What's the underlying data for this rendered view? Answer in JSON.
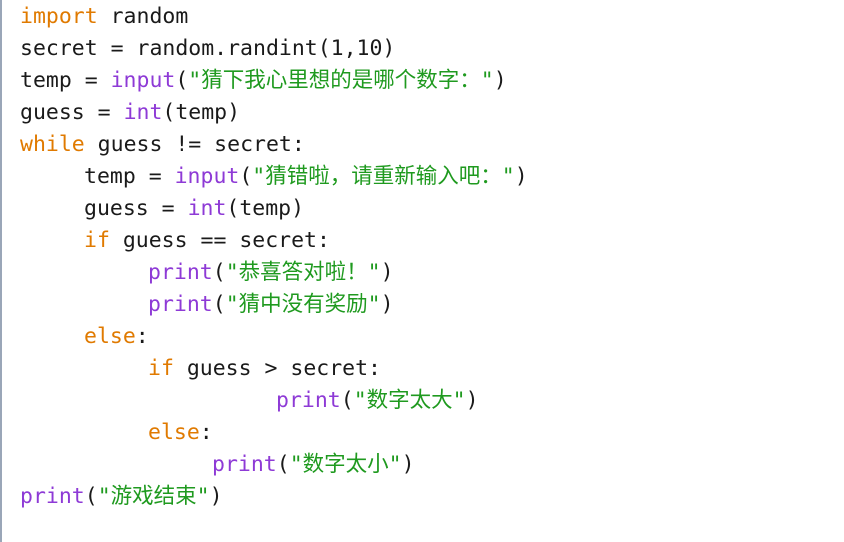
{
  "editor": {
    "colors": {
      "keyword": "#e07a00",
      "builtin": "#8e3ad6",
      "string": "#1f9a1f",
      "plain": "#1a1a1a",
      "background": "#ffffff"
    },
    "lines": [
      {
        "indent": 0,
        "tokens": [
          {
            "t": "kw",
            "v": "import"
          },
          {
            "t": "plain",
            "v": " random"
          }
        ]
      },
      {
        "indent": 0,
        "tokens": [
          {
            "t": "plain",
            "v": "secret = random.randint(1,10)"
          }
        ]
      },
      {
        "indent": 0,
        "tokens": [
          {
            "t": "plain",
            "v": "temp = "
          },
          {
            "t": "bi",
            "v": "input"
          },
          {
            "t": "plain",
            "v": "("
          },
          {
            "t": "str",
            "v": "\"猜下我心里想的是哪个数字：\""
          },
          {
            "t": "plain",
            "v": ")"
          }
        ]
      },
      {
        "indent": 0,
        "tokens": [
          {
            "t": "plain",
            "v": "guess = "
          },
          {
            "t": "bi",
            "v": "int"
          },
          {
            "t": "plain",
            "v": "(temp)"
          }
        ]
      },
      {
        "indent": 0,
        "tokens": [
          {
            "t": "kw",
            "v": "while"
          },
          {
            "t": "plain",
            "v": " guess != secret:"
          }
        ]
      },
      {
        "indent": 1,
        "tokens": [
          {
            "t": "plain",
            "v": "temp = "
          },
          {
            "t": "bi",
            "v": "input"
          },
          {
            "t": "plain",
            "v": "("
          },
          {
            "t": "str",
            "v": "\"猜错啦，请重新输入吧：\""
          },
          {
            "t": "plain",
            "v": ")"
          }
        ]
      },
      {
        "indent": 1,
        "tokens": [
          {
            "t": "plain",
            "v": "guess = "
          },
          {
            "t": "bi",
            "v": "int"
          },
          {
            "t": "plain",
            "v": "(temp)"
          }
        ]
      },
      {
        "indent": 1,
        "tokens": [
          {
            "t": "kw",
            "v": "if"
          },
          {
            "t": "plain",
            "v": " guess == secret:"
          }
        ]
      },
      {
        "indent": 2,
        "tokens": [
          {
            "t": "bi",
            "v": "print"
          },
          {
            "t": "plain",
            "v": "("
          },
          {
            "t": "str",
            "v": "\"恭喜答对啦！\""
          },
          {
            "t": "plain",
            "v": ")"
          }
        ]
      },
      {
        "indent": 2,
        "tokens": [
          {
            "t": "bi",
            "v": "print"
          },
          {
            "t": "plain",
            "v": "("
          },
          {
            "t": "str",
            "v": "\"猜中没有奖励\""
          },
          {
            "t": "plain",
            "v": ")"
          }
        ]
      },
      {
        "indent": 1,
        "tokens": [
          {
            "t": "kw",
            "v": "else"
          },
          {
            "t": "plain",
            "v": ":"
          }
        ]
      },
      {
        "indent": 2,
        "tokens": [
          {
            "t": "kw",
            "v": "if"
          },
          {
            "t": "plain",
            "v": " guess > secret:"
          }
        ]
      },
      {
        "indent": 4,
        "tokens": [
          {
            "t": "bi",
            "v": "print"
          },
          {
            "t": "plain",
            "v": "("
          },
          {
            "t": "str",
            "v": "\"数字太大\""
          },
          {
            "t": "plain",
            "v": ")"
          }
        ]
      },
      {
        "indent": 2,
        "tokens": [
          {
            "t": "kw",
            "v": "else"
          },
          {
            "t": "plain",
            "v": ":"
          }
        ]
      },
      {
        "indent": 3,
        "tokens": [
          {
            "t": "bi",
            "v": "print"
          },
          {
            "t": "plain",
            "v": "("
          },
          {
            "t": "str",
            "v": "\"数字太小\""
          },
          {
            "t": "plain",
            "v": ")"
          }
        ]
      },
      {
        "indent": 0,
        "tokens": [
          {
            "t": "bi",
            "v": "print"
          },
          {
            "t": "plain",
            "v": "("
          },
          {
            "t": "str",
            "v": "\"游戏结束\""
          },
          {
            "t": "plain",
            "v": ")"
          }
        ]
      }
    ]
  }
}
